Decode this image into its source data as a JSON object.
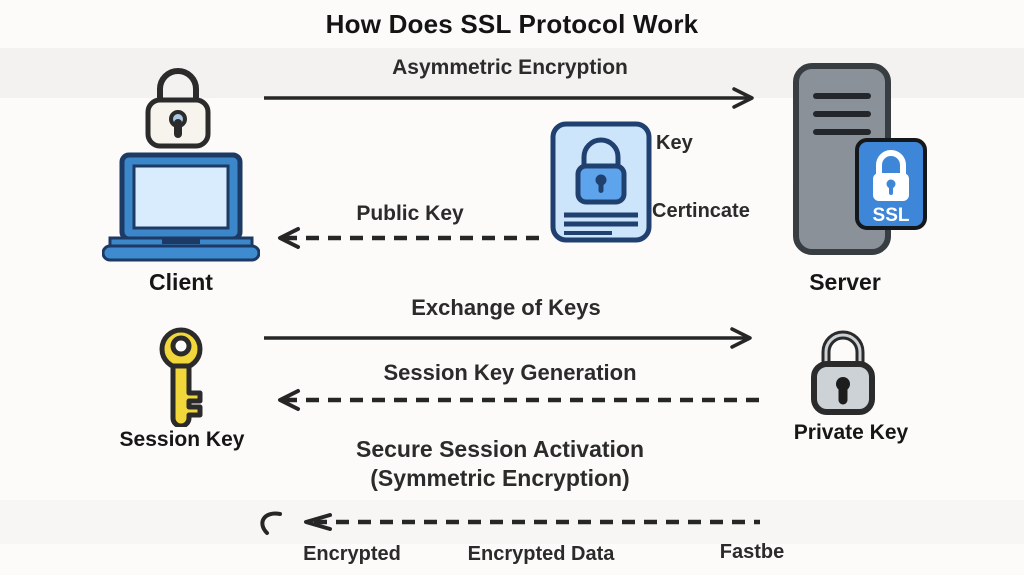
{
  "title": "How Does SSL Protocol Work",
  "nodes": {
    "client": {
      "label": "Client"
    },
    "server": {
      "label": "Server",
      "ssl_badge": "SSL"
    },
    "session_key": {
      "label": "Session Key"
    },
    "private_key": {
      "label": "Private Key"
    },
    "certificate": {
      "key_label": "Key",
      "cert_label": "Certincate"
    }
  },
  "flows": [
    {
      "label": "Asymmetric Encryption",
      "direction": "right",
      "style": "solid"
    },
    {
      "label": "Public Key",
      "direction": "left",
      "style": "dashed"
    },
    {
      "label": "Exchange of Keys",
      "direction": "right",
      "style": "solid"
    },
    {
      "label": "Session Key Generation",
      "direction": "left",
      "style": "dashed"
    },
    {
      "label": "Secure Session Activation",
      "label2": "(Symmetric Encryption)",
      "direction": "left",
      "style": "dashed"
    }
  ],
  "footer": {
    "left": "Encrypted",
    "center": "Encrypted Data",
    "right": "Fastbe"
  },
  "colors": {
    "badge_blue": "#3e86d8",
    "card_blue": "#cde5fa",
    "laptop_blue": "#3c86ca",
    "screen_blue": "#d8ecfd",
    "navy": "#20406f",
    "server_gray": "#8a9198",
    "lock_gray": "#ccd2d6",
    "key_yellow": "#f2d73a",
    "ink": "#262626"
  }
}
